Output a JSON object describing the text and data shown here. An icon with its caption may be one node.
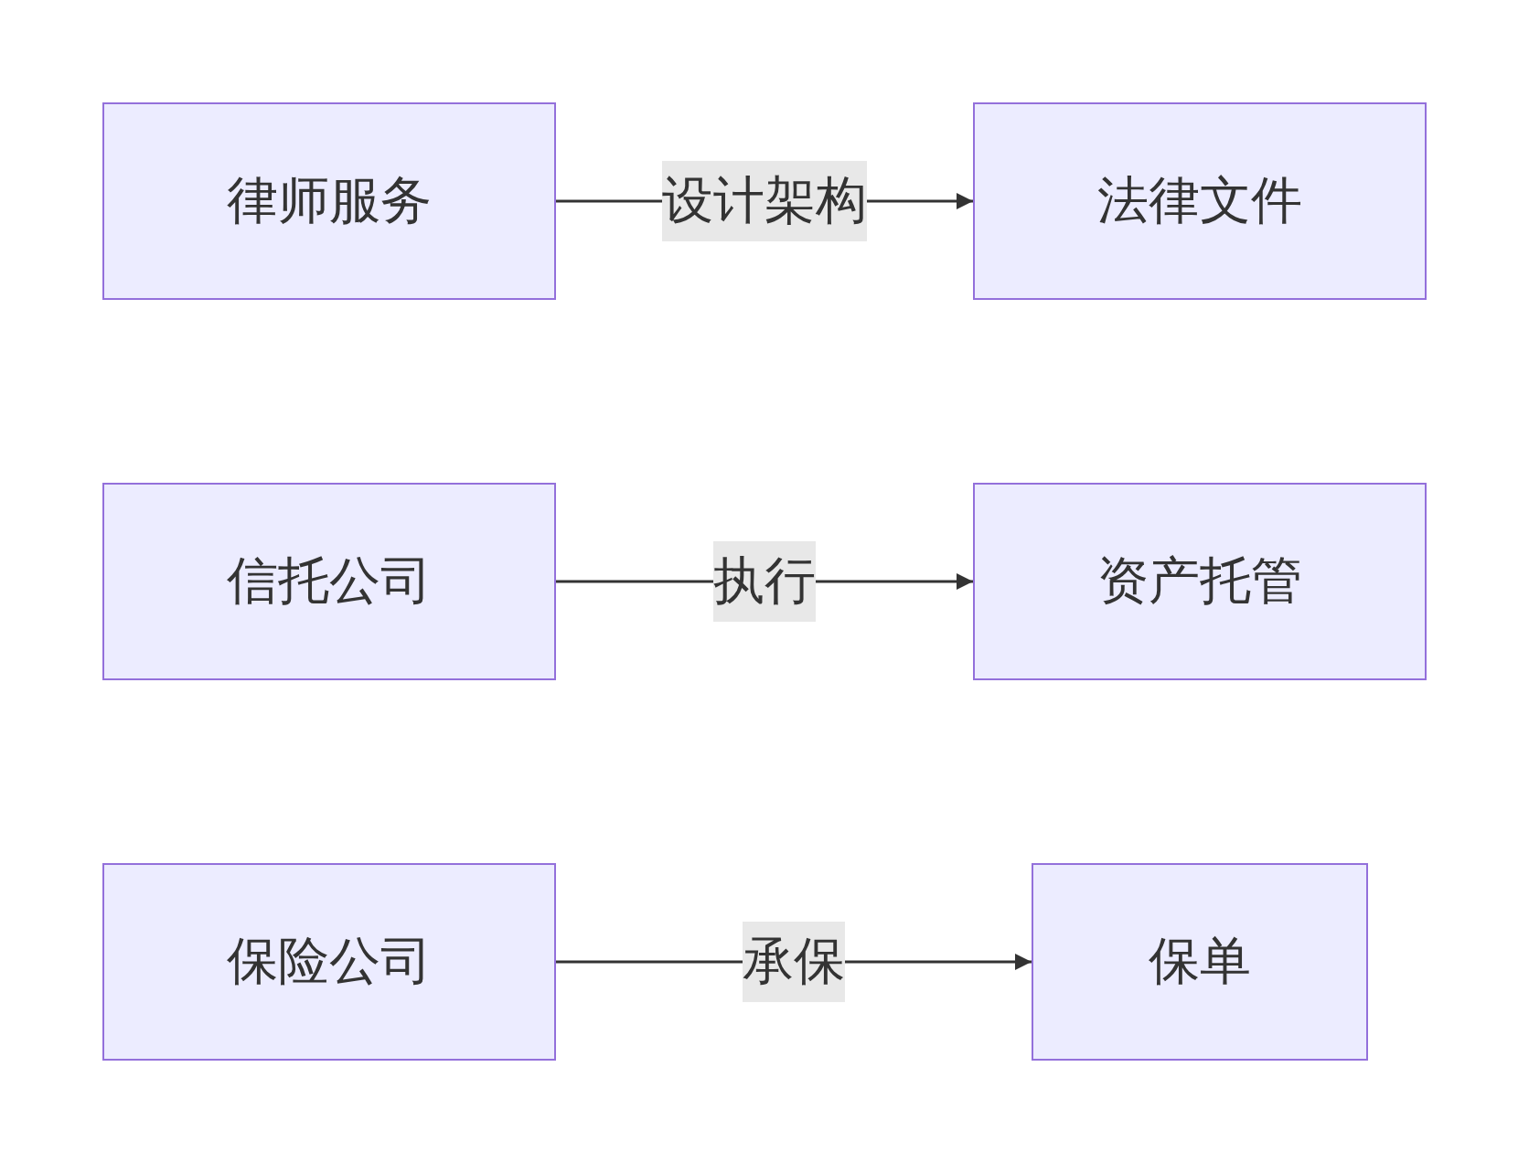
{
  "diagram": {
    "nodes": [
      {
        "text": [
          "律师服务"
        ]
      },
      {
        "text": [
          "法律文件"
        ]
      },
      {
        "text": [
          "信托公司"
        ]
      },
      {
        "text": [
          "资产托管"
        ]
      },
      {
        "text": [
          "保险公司"
        ]
      },
      {
        "text": [
          "保单"
        ]
      }
    ],
    "edges": [
      {
        "from": 0,
        "to": 1,
        "arrow": "to",
        "label": "设计架构"
      },
      {
        "from": 2,
        "to": 3,
        "arrow": "to",
        "label": "执行"
      },
      {
        "from": 4,
        "to": 5,
        "arrow": "to",
        "label": "承保"
      }
    ]
  }
}
